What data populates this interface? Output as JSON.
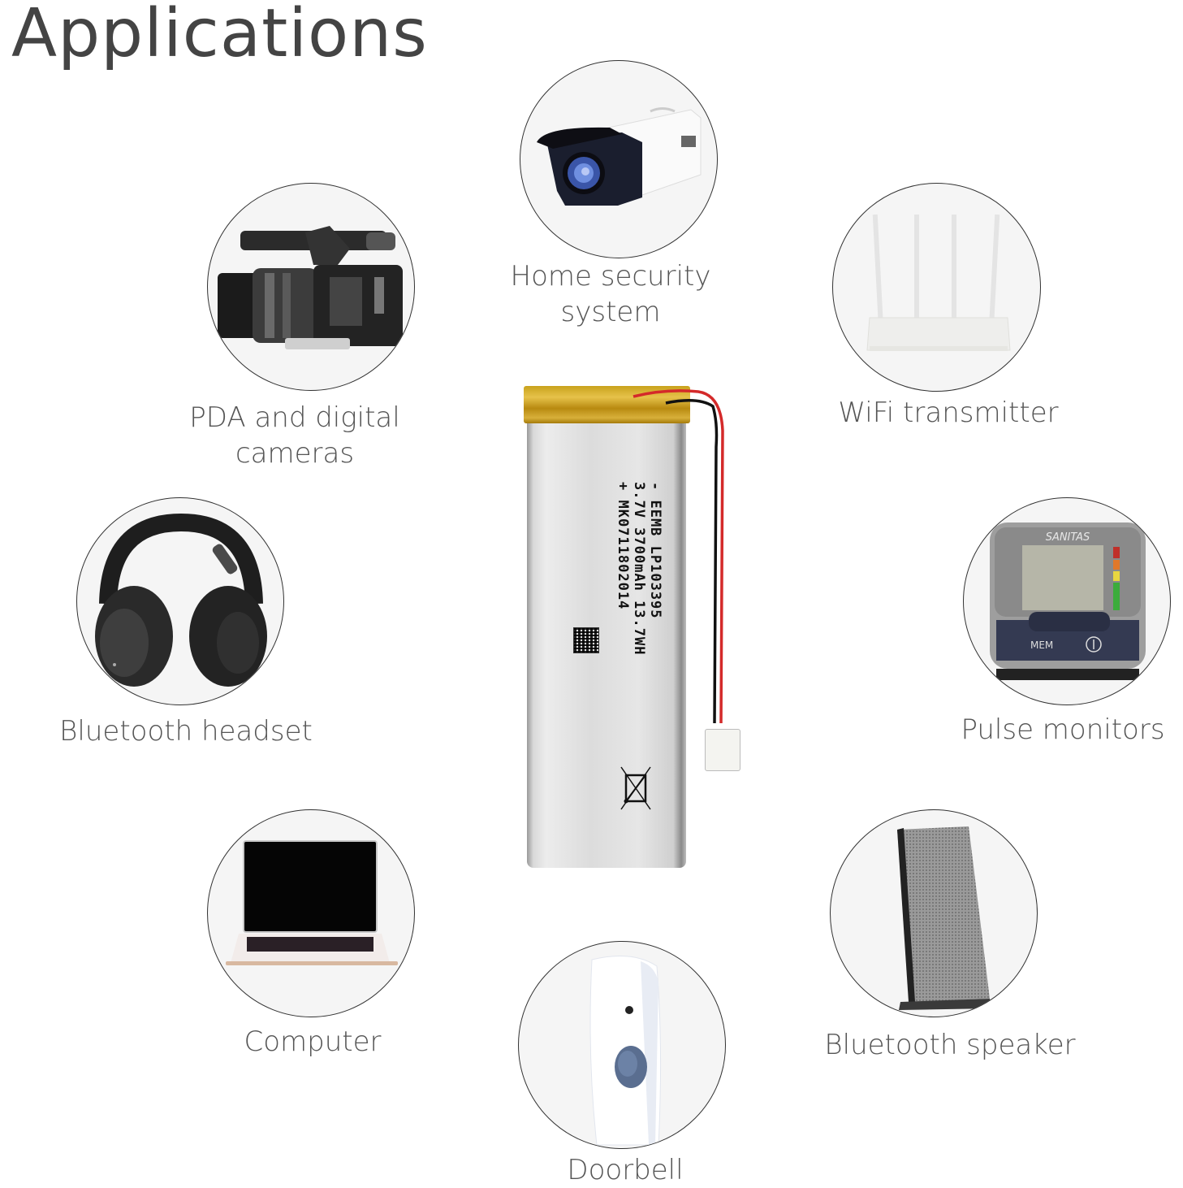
{
  "page": {
    "title": "Applications"
  },
  "battery": {
    "label_lines": [
      "- EEMB LP103395",
      "3.7V 3700mAh 13.7WH",
      "+ MK0711802014"
    ],
    "colors": {
      "tape": "#d4ac2c",
      "body": "#e2e2e2",
      "wire_red": "#d42a2a",
      "wire_black": "#111111"
    }
  },
  "applications": [
    {
      "id": "home-security",
      "label_lines": [
        "Home security",
        "system"
      ],
      "icon": "security-camera-icon"
    },
    {
      "id": "pda-digital-cameras",
      "label_lines": [
        "PDA and digital",
        "cameras"
      ],
      "icon": "video-camera-icon"
    },
    {
      "id": "wifi-transmitter",
      "label_lines": [
        "WiFi transmitter"
      ],
      "icon": "wifi-router-icon"
    },
    {
      "id": "bluetooth-headset",
      "label_lines": [
        "Bluetooth headset"
      ],
      "icon": "headphones-icon"
    },
    {
      "id": "pulse-monitors",
      "label_lines": [
        "Pulse monitors"
      ],
      "icon": "blood-pressure-monitor-icon",
      "device_text": {
        "brand": "SANITAS",
        "button": "MEM"
      }
    },
    {
      "id": "computer",
      "label_lines": [
        "Computer"
      ],
      "icon": "laptop-icon"
    },
    {
      "id": "bluetooth-speaker",
      "label_lines": [
        "Bluetooth speaker"
      ],
      "icon": "speaker-icon"
    },
    {
      "id": "doorbell",
      "label_lines": [
        "Doorbell"
      ],
      "icon": "doorbell-icon"
    }
  ],
  "colors": {
    "title_text": "#444444",
    "label_text": "#555555",
    "circle_border": "#333333",
    "circle_fill": "#f5f5f5"
  }
}
